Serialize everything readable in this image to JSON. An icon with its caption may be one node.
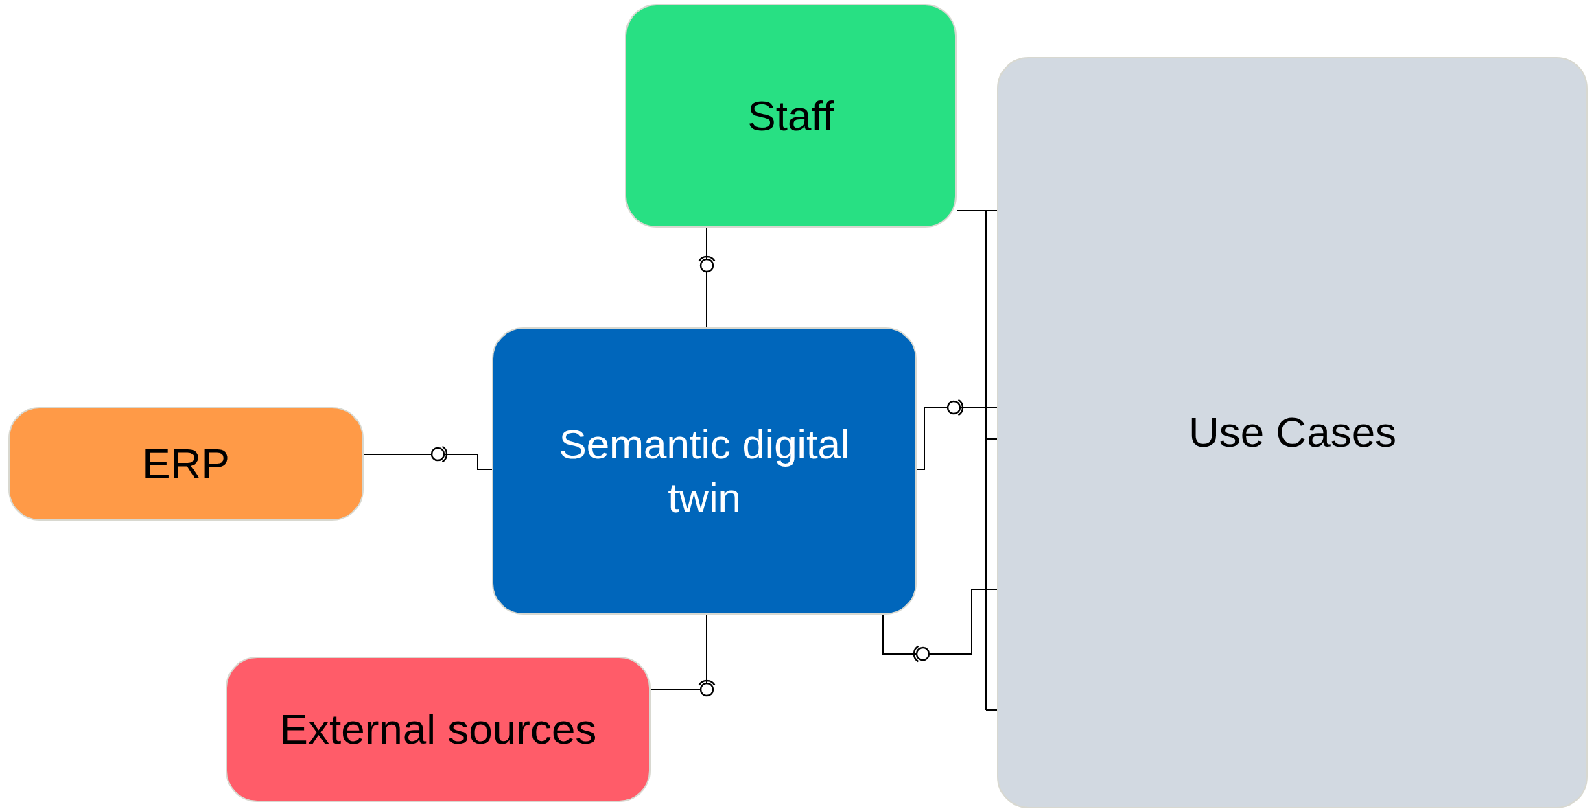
{
  "diagram": {
    "nodes": [
      {
        "text": [
          "Staff"
        ]
      },
      {
        "text": [
          "Use Cases"
        ]
      },
      {
        "text": [
          "ERP"
        ]
      },
      {
        "text": [
          "Semantic digital twin"
        ]
      },
      {
        "text": [
          "External sources"
        ]
      }
    ],
    "edges": [
      {
        "from": 3,
        "to": 0,
        "arrow": "none"
      },
      {
        "from": 2,
        "to": 3,
        "arrow": "none"
      },
      {
        "from": 3,
        "to": 1,
        "arrow": "none"
      },
      {
        "from": 1,
        "to": 3,
        "arrow": "none"
      },
      {
        "from": 4,
        "to": 3,
        "arrow": "none"
      },
      {
        "from": 0,
        "to": 1,
        "arrow": "none"
      }
    ]
  }
}
